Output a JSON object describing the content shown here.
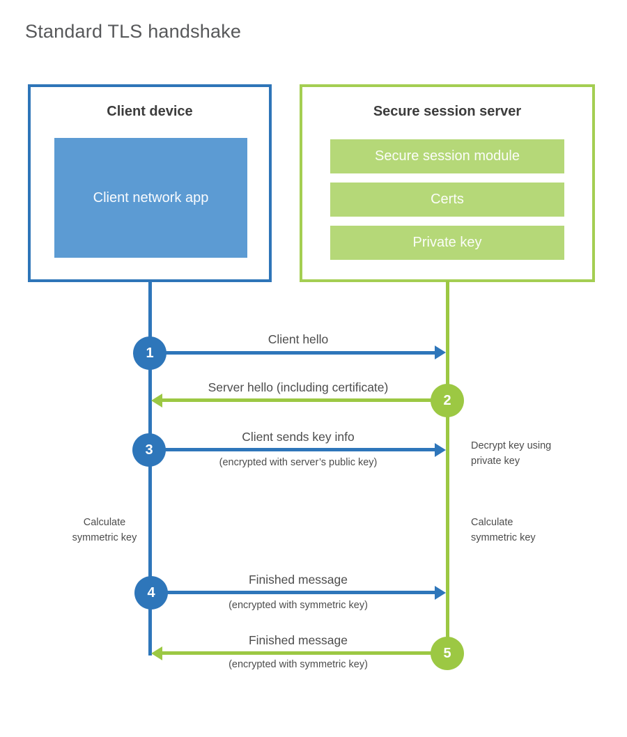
{
  "title": "Standard TLS handshake",
  "client": {
    "title": "Client device",
    "app_label": "Client network app"
  },
  "server": {
    "title": "Secure session server",
    "modules": [
      {
        "label": "Secure session module"
      },
      {
        "label": "Certs"
      },
      {
        "label": "Private key"
      }
    ]
  },
  "steps": [
    {
      "num": "1",
      "direction": "client-to-server",
      "label": "Client hello",
      "sublabel": ""
    },
    {
      "num": "2",
      "direction": "server-to-client",
      "label": "Server hello (including certificate)",
      "sublabel": ""
    },
    {
      "num": "3",
      "direction": "client-to-server",
      "label": "Client sends key info",
      "sublabel": "(encrypted with server’s public key)"
    },
    {
      "num": "4",
      "direction": "client-to-server",
      "label": "Finished message",
      "sublabel": "(encrypted with symmetric key)"
    },
    {
      "num": "5",
      "direction": "server-to-client",
      "label": "Finished message",
      "sublabel": "(encrypted with symmetric key)"
    }
  ],
  "notes": {
    "decrypt": "Decrypt key using private key",
    "calc_client": "Calculate symmetric key",
    "calc_server": "Calculate symmetric key"
  },
  "colors": {
    "blue_stroke": "#2E76BA",
    "blue_border": "#2E75B8",
    "blue_fill": "#5C9BD3",
    "green_stroke": "#9CC843",
    "green_border": "#A4CE52",
    "green_fill": "#B5D878"
  }
}
